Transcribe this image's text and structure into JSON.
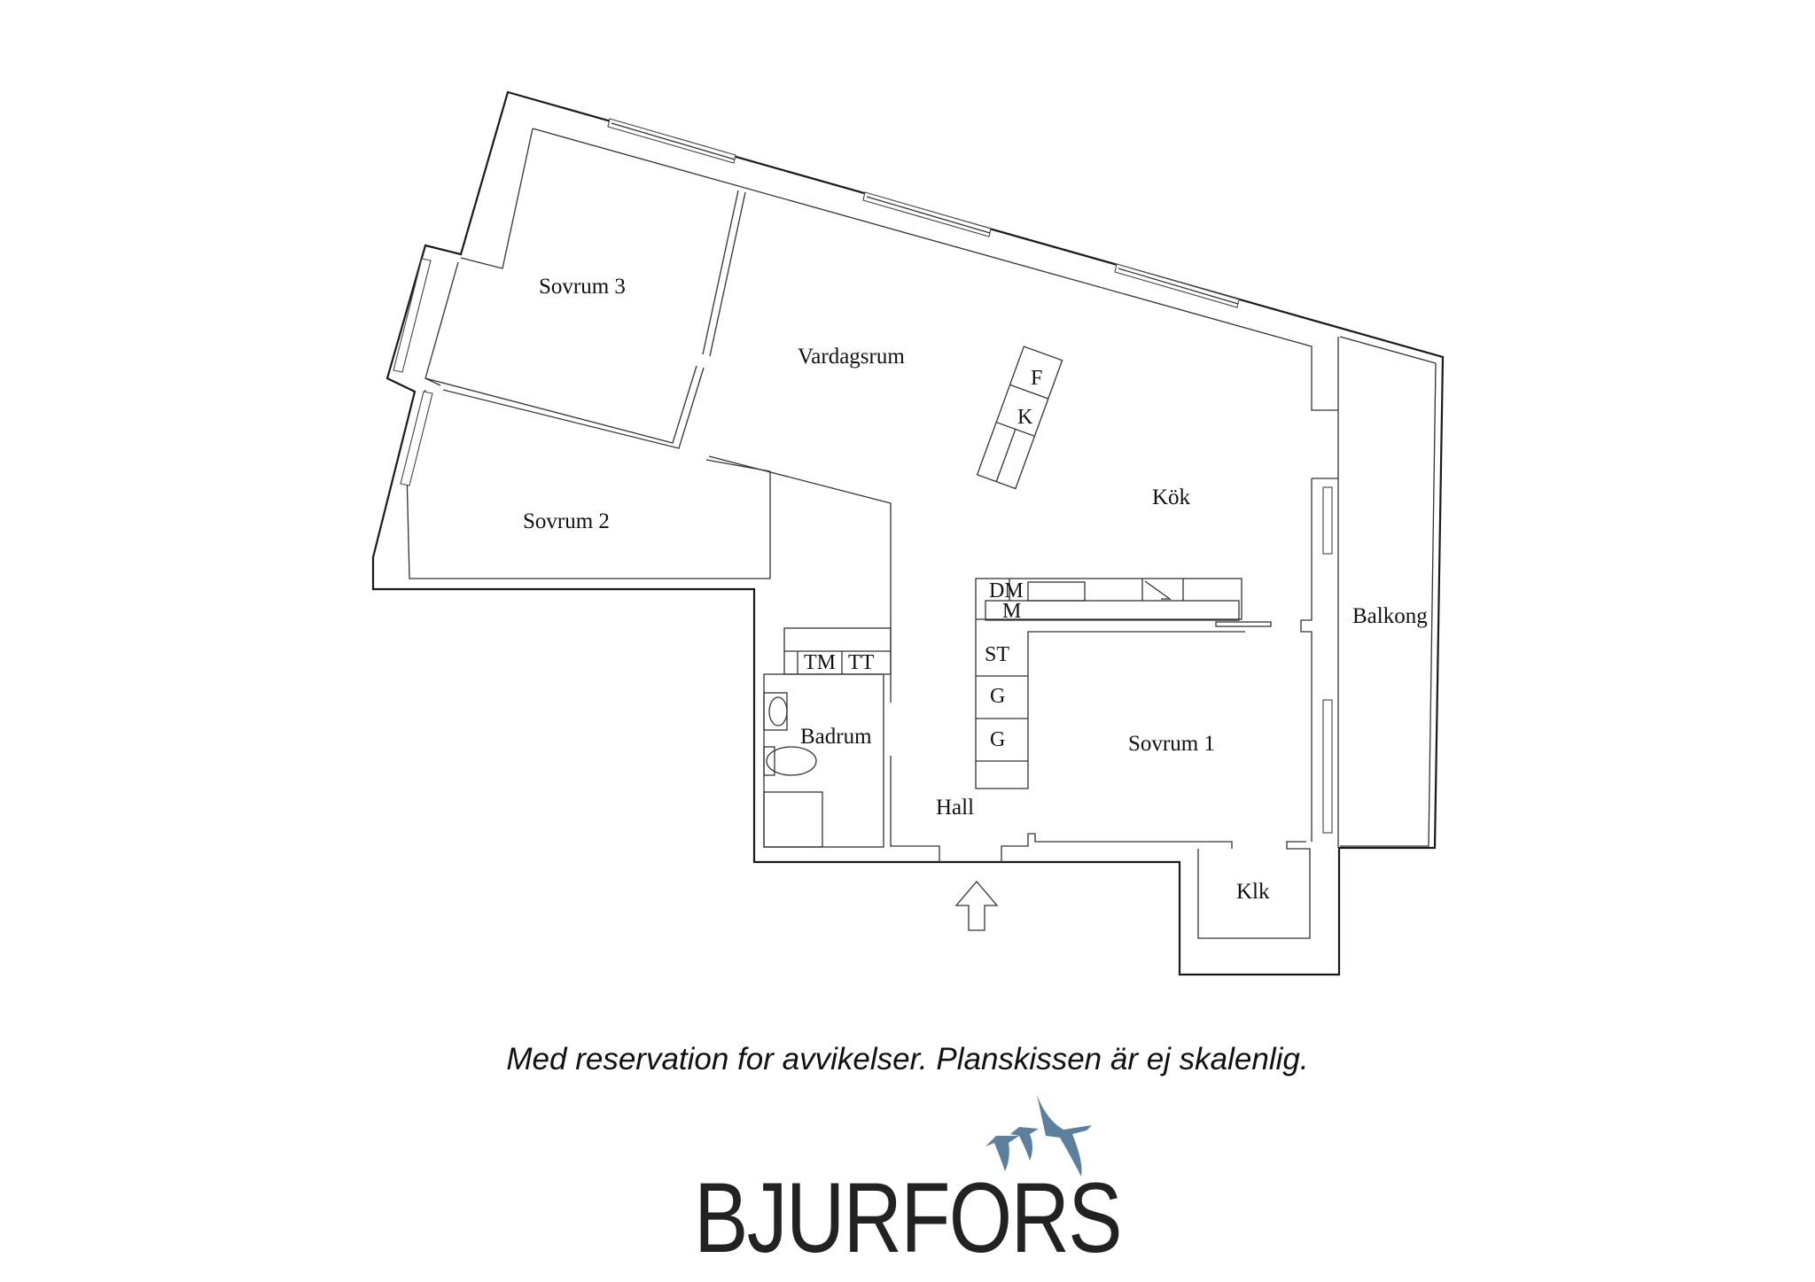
{
  "rooms": {
    "sovrum3": "Sovrum 3",
    "vardagsrum": "Vardagsrum",
    "sovrum2": "Sovrum 2",
    "kok": "Kök",
    "balkong": "Balkong",
    "badrum": "Badrum",
    "hall": "Hall",
    "sovrum1": "Sovrum 1",
    "klk": "Klk"
  },
  "fixtures": {
    "F": "F",
    "K": "K",
    "DM": "DM",
    "M": "M",
    "ST": "ST",
    "G1": "G",
    "G2": "G",
    "TM": "TM",
    "TT": "TT"
  },
  "footer": {
    "disclaimer": "Med reservation for avvikelser. Planskissen är ej skalenlig.",
    "brand": "BJURFORS",
    "brand_color": "#222222",
    "logo_color": "#5b7f9c"
  }
}
